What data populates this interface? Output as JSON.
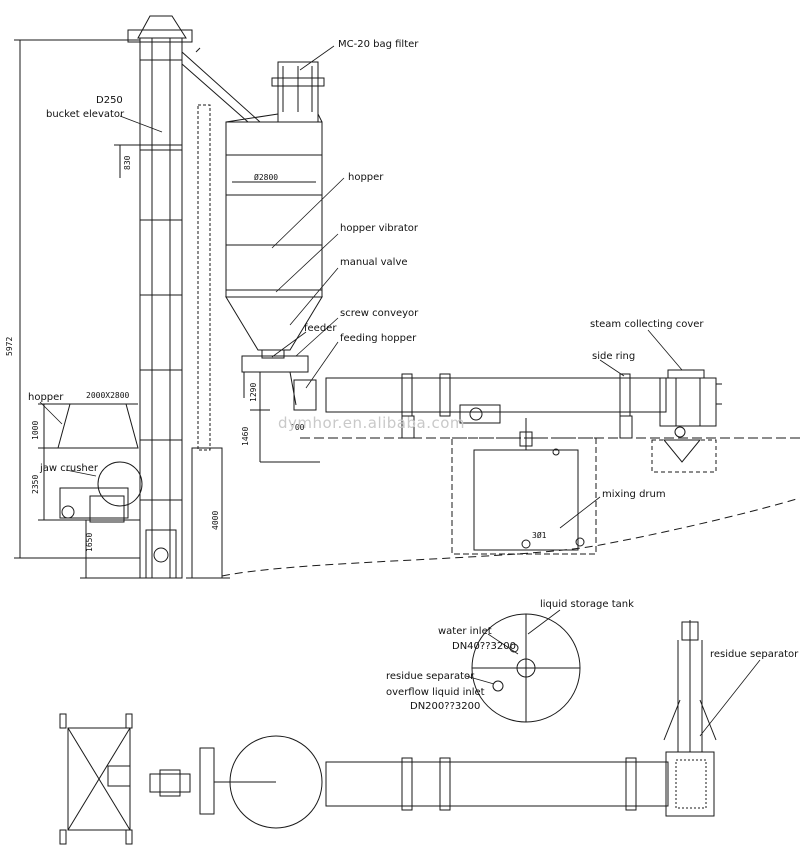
{
  "labels": {
    "bag_filter": "MC-20 bag filter",
    "bucket_elevator_size": "D250",
    "bucket_elevator": "bucket elevator",
    "hopper_main": "hopper",
    "hopper_vibrator": "hopper vibrator",
    "manual_valve": "manual valve",
    "screw_conveyor": "screw conveyor",
    "feeder": "feeder",
    "feeding_hopper": "feeding hopper",
    "steam_collecting_cover": "steam collecting cover",
    "side_ring": "side ring",
    "hopper_left": "hopper",
    "jaw_crusher": "jaw crusher",
    "mixing_drum": "mixing drum",
    "liquid_storage_tank": "liquid storage tank",
    "water_inlet": "water inlet",
    "water_inlet_spec": "DN40??3200",
    "residue_separator_plan": "residue separator",
    "overflow_inlet": "overflow liquid inlet",
    "overflow_inlet_spec": "DN200??3200",
    "residue_separator_right": "residue separator"
  },
  "dimensions": {
    "total_height": "5972",
    "elevator_top_section": "830",
    "hopper_diameter": "Ø2800",
    "hopper_top_size": "2000X2800",
    "hopper_left_height": "1000",
    "crusher_height": "2350",
    "base_height": "1650",
    "wall_height": "4000",
    "feeder_height": "1290",
    "feeder_base": "1460",
    "feeder_width": "700",
    "tank_note": "3Ø1"
  },
  "watermark": "dymhor.en.alibaba.com",
  "colors": {
    "line": "#1a1a1a",
    "background": "#ffffff",
    "watermark": "#c9c9c9"
  }
}
